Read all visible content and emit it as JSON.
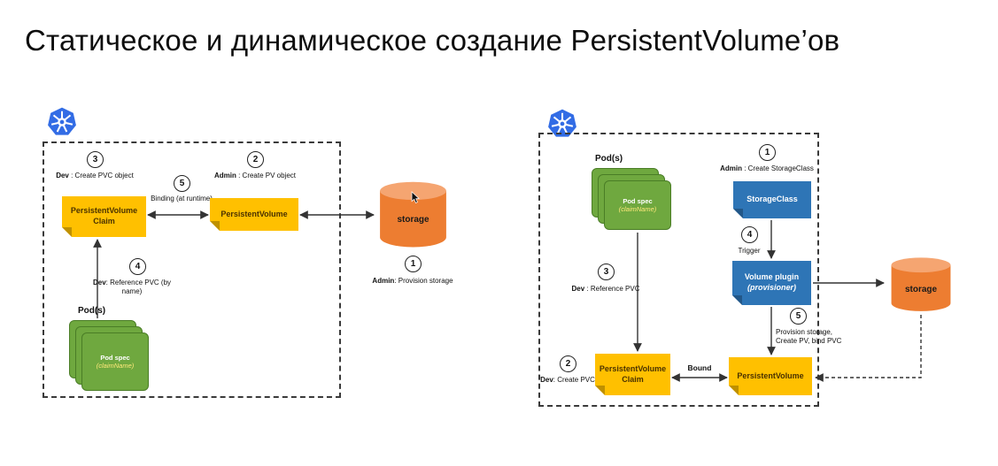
{
  "title": "Статическое и динамическое создание PersistentVolume’ов",
  "left_diagram": {
    "pods_label": "Pod(s)",
    "pod_spec": {
      "line1": "Pod spec",
      "line2": "(claimName)"
    },
    "pvc_line1": "PersistentVolume",
    "pvc_line2": "Claim",
    "pv_label": "PersistentVolume",
    "storage_label": "storage",
    "steps": {
      "step1": {
        "num": "1",
        "bold": "Admin",
        "rest": ": Provision storage"
      },
      "step2": {
        "num": "2",
        "bold": "Admin",
        "rest": " : Create PV object"
      },
      "step3": {
        "num": "3",
        "bold": "Dev",
        "rest": " : Create PVC object"
      },
      "step4": {
        "num": "4",
        "bold": "Dev",
        "rest": ": Reference PVC (by name)"
      },
      "step5": {
        "num": "5",
        "label": "Binding (at runtime)"
      }
    }
  },
  "right_diagram": {
    "pods_label": "Pod(s)",
    "pod_spec": {
      "line1": "Pod spec",
      "line2": "(claimName)"
    },
    "storageclass_label": "StorageClass",
    "volume_plugin_line1": "Volume plugin",
    "volume_plugin_line2": "(provisioner)",
    "pvc_line1": "PersistentVolume",
    "pvc_line2": "Claim",
    "pv_label": "PersistentVolume",
    "storage_label": "storage",
    "bound_label": "Bound",
    "steps": {
      "step1": {
        "num": "1",
        "bold": "Admin",
        "rest": " : Create StorageClass"
      },
      "step2": {
        "num": "2",
        "bold": "Dev",
        "rest": ": Create PVC"
      },
      "step3": {
        "num": "3",
        "bold": "Dev",
        "rest": " : Reference PVC"
      },
      "step4": {
        "num": "4",
        "label": "Trigger"
      },
      "step5": {
        "num": "5",
        "line1": "Provision storage,",
        "line2": "Create PV, bind PVC"
      }
    }
  },
  "colors": {
    "yellow_box": "#FFC000",
    "yellow_box_text": "#4a3200",
    "blue_box": "#2E75B6",
    "green_pod": "#6FA83F",
    "green_pod_border": "#4a7d26",
    "orange_storage": "#ED7D31",
    "orange_storage_top": "#F5A571",
    "k8s_blue": "#326CE5",
    "line": "#333333",
    "claimname_text": "#ffe97a"
  }
}
